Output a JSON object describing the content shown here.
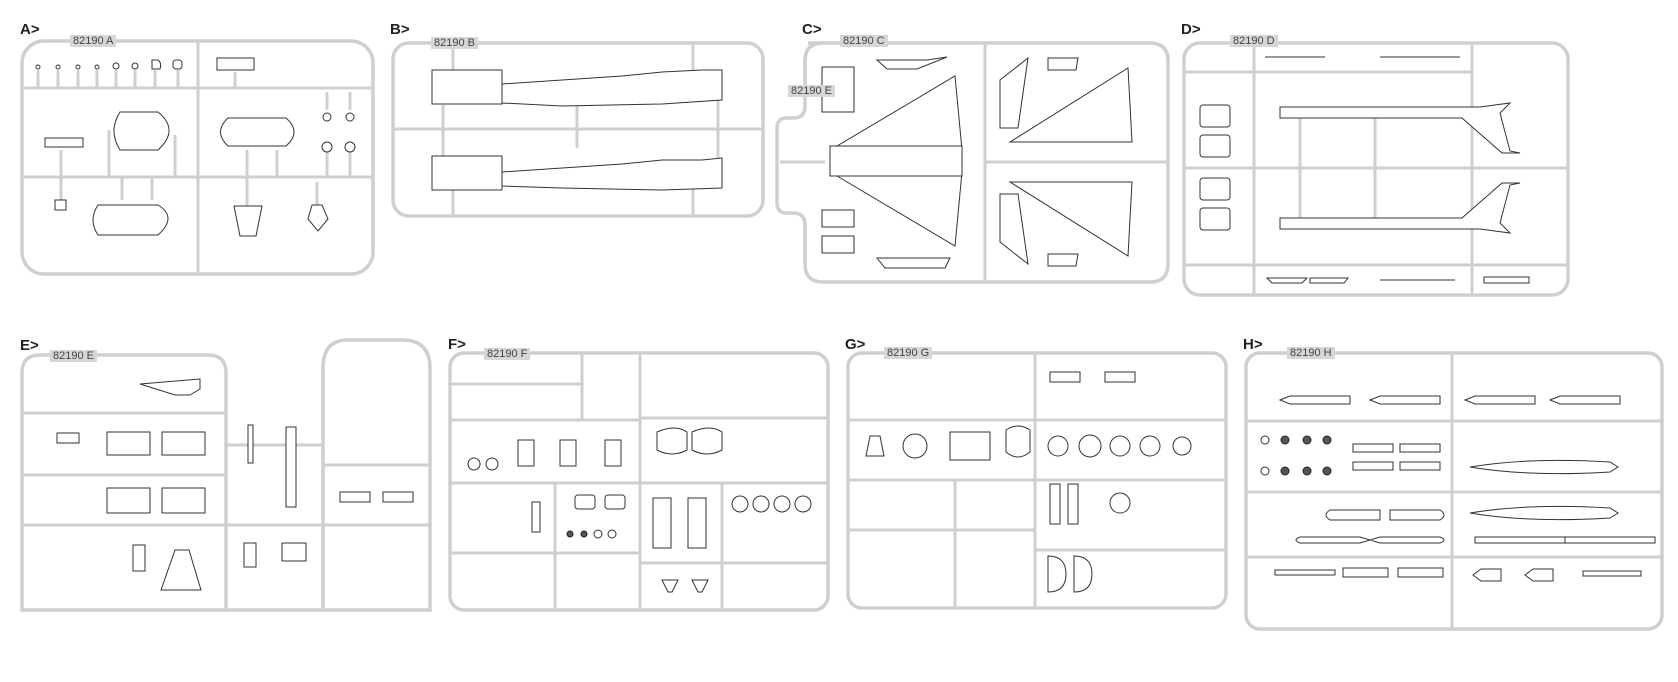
{
  "sheet": {
    "title": "Sprue layout",
    "sprues": [
      {
        "letter": "A>",
        "code": "82190 A"
      },
      {
        "letter": "B>",
        "code": "82190 B"
      },
      {
        "letter": "C>",
        "code": "82190 C",
        "extra_code": "82190 E"
      },
      {
        "letter": "D>",
        "code": "82190 D"
      },
      {
        "letter": "E>",
        "code": "82190 E"
      },
      {
        "letter": "F>",
        "code": "82190 F"
      },
      {
        "letter": "G>",
        "code": "82190 G"
      },
      {
        "letter": "H>",
        "code": "82190 H"
      }
    ]
  },
  "colors": {
    "sprue_frame": "#cfcfcf",
    "part_outline": "#333333",
    "label_bg": "#d6d6d6",
    "text": "#222222"
  }
}
